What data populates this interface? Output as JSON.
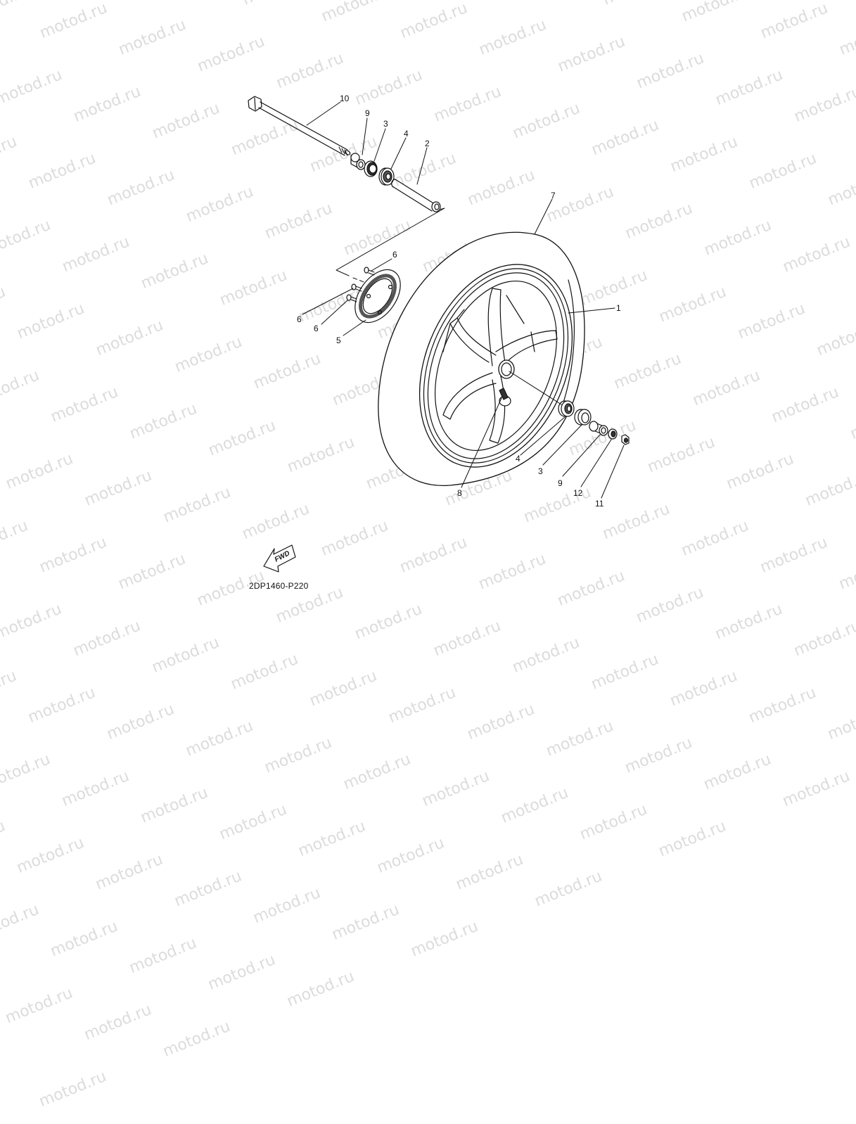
{
  "diagram": {
    "code": "2DP1460-P220",
    "direction_badge": "FWD",
    "watermark_text": "motod.ru",
    "line_color": "#111111",
    "watermark_color": "#dcdcdc"
  },
  "callouts": [
    {
      "id": "c10a",
      "label": "10",
      "part": "wheel axle"
    },
    {
      "id": "c9a",
      "label": "9",
      "part": "collar"
    },
    {
      "id": "c3a",
      "label": "3",
      "part": "oil seal"
    },
    {
      "id": "c4a",
      "label": "4",
      "part": "bearing"
    },
    {
      "id": "c2",
      "label": "2",
      "part": "spacer"
    },
    {
      "id": "c7",
      "label": "7",
      "part": "tire"
    },
    {
      "id": "c6a",
      "label": "6",
      "part": "bolt"
    },
    {
      "id": "c6b",
      "label": "6",
      "part": "bolt"
    },
    {
      "id": "c6c",
      "label": "6",
      "part": "bolt"
    },
    {
      "id": "c5",
      "label": "5",
      "part": "sensor rotor"
    },
    {
      "id": "c1",
      "label": "1",
      "part": "cast wheel"
    },
    {
      "id": "c8",
      "label": "8",
      "part": "valve"
    },
    {
      "id": "c4b",
      "label": "4",
      "part": "bearing"
    },
    {
      "id": "c3b",
      "label": "3",
      "part": "oil seal"
    },
    {
      "id": "c9b",
      "label": "9",
      "part": "collar"
    },
    {
      "id": "c12",
      "label": "12",
      "part": "washer"
    },
    {
      "id": "c11",
      "label": "11",
      "part": "nut"
    }
  ]
}
